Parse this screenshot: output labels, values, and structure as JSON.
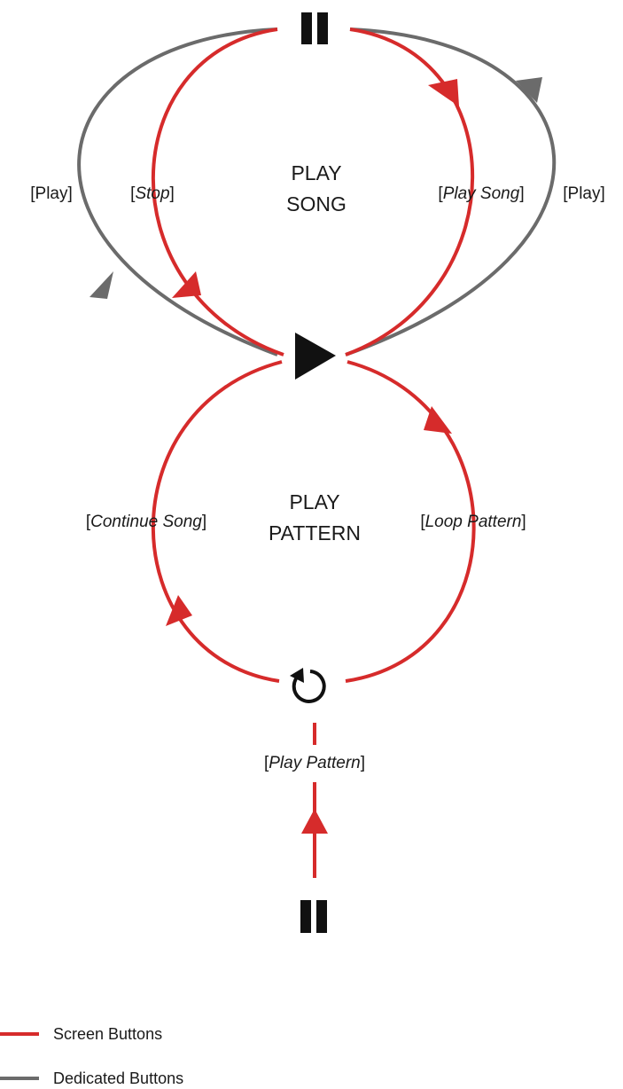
{
  "colors": {
    "screen": "#d62b2b",
    "dedicated": "#6b6b6b",
    "icon": "#111111"
  },
  "icons": {
    "pause_top": "pause-icon",
    "play": "play-icon",
    "loop": "loop-icon",
    "pause_bottom": "pause-icon"
  },
  "states": {
    "song_line1": "PLAY",
    "song_line2": "SONG",
    "pattern_line1": "PLAY",
    "pattern_line2": "PATTERN"
  },
  "labels": {
    "play_left": {
      "pre": "[",
      "main": "Play",
      "post": "]"
    },
    "stop": {
      "pre": "[",
      "main": "Stop",
      "post": "]"
    },
    "play_song": {
      "pre": "[",
      "main": "Play Song",
      "post": "]"
    },
    "play_right": {
      "pre": "[",
      "main": "Play",
      "post": "]"
    },
    "continue_song": {
      "pre": "[",
      "main": "Continue Song",
      "post": "]"
    },
    "loop_pattern": {
      "pre": "[",
      "main": "Loop Pattern",
      "post": "]"
    },
    "play_pattern": {
      "pre": "[",
      "main": "Play Pattern",
      "post": "]"
    }
  },
  "legend": {
    "screen": "Screen Buttons",
    "dedicated": "Dedicated Buttons"
  }
}
